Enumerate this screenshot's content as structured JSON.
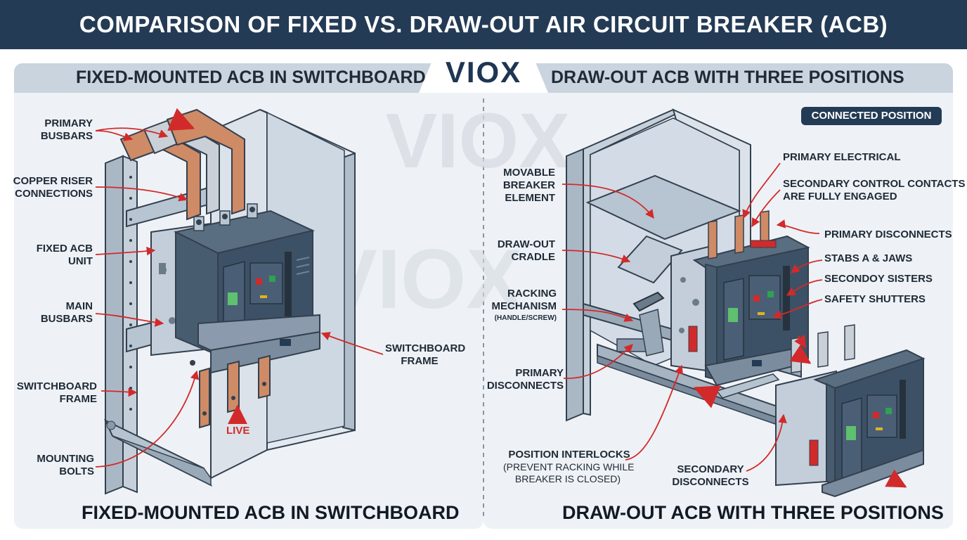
{
  "title": "COMPARISON OF FIXED VS. DRAW-OUT AIR CIRCUIT BREAKER (ACB) CONSTRUCTION",
  "logo": "VIOX",
  "watermark": "VIOX",
  "colors": {
    "header": "#243b55",
    "accent_red": "#d22a2a",
    "frame": "#9aaabc",
    "breaker": "#3d5166",
    "copper": "#cf8a66"
  },
  "left_panel": {
    "title": "FIXED-MOUNTED ACB IN SWITCHBOARD",
    "footer": "FIXED-MOUNTED ACB IN SWITCHBOARD",
    "labels": {
      "primary_busbars": "PRIMARY\nBUSBARS",
      "copper_riser": "COPPER RISER\nCONNECTIONS",
      "fixed_acb_unit": "FIXED ACB\nUNIT",
      "main_busbars": "MAIN\nBUSBARS",
      "switchboard_frame_left": "SWITCHBOARD\nFRAME",
      "mounting_bolts": "MOUNTING\nBOLTS",
      "switchboard_frame_right": "SWITCHBOARD\nFRAME",
      "live": "LIVE"
    }
  },
  "right_panel": {
    "title": "DRAW-OUT ACB WITH THREE POSITIONS",
    "footer": "DRAW-OUT ACB WITH THREE POSITIONS",
    "badge": "CONNECTED POSITION",
    "labels": {
      "movable_breaker": "MOVABLE\nBREAKER\nELEMENT",
      "draw_out_cradle": "DRAW-OUT\nCRADLE",
      "racking_mechanism": "RACKING\nMECHANISM",
      "racking_sub": "(HANDLE/SCREW)",
      "primary_disconnects_left": "PRIMARY\nDISCONNECTS",
      "position_interlocks": "POSITION INTERLOCKS",
      "position_interlocks_sub": "(PREVENT RACKING WHILE\nBREAKER IS CLOSED)",
      "secondary_disconnects": "SECONDARY\nDISCONNECTS",
      "primary_electrical": "PRIMARY ELECTRICAL",
      "secondary_control": "SECONDARY CONTROL CONTACTS\nARE FULLY ENGAGED",
      "primary_disconnects_right": "PRIMARY DISCONNECTS",
      "stabs_jaws": "STABS A & JAWS",
      "secondoy_sisters": "SECONDOY SISTERS",
      "safety_shutters": "SAFETY SHUTTERS"
    }
  }
}
